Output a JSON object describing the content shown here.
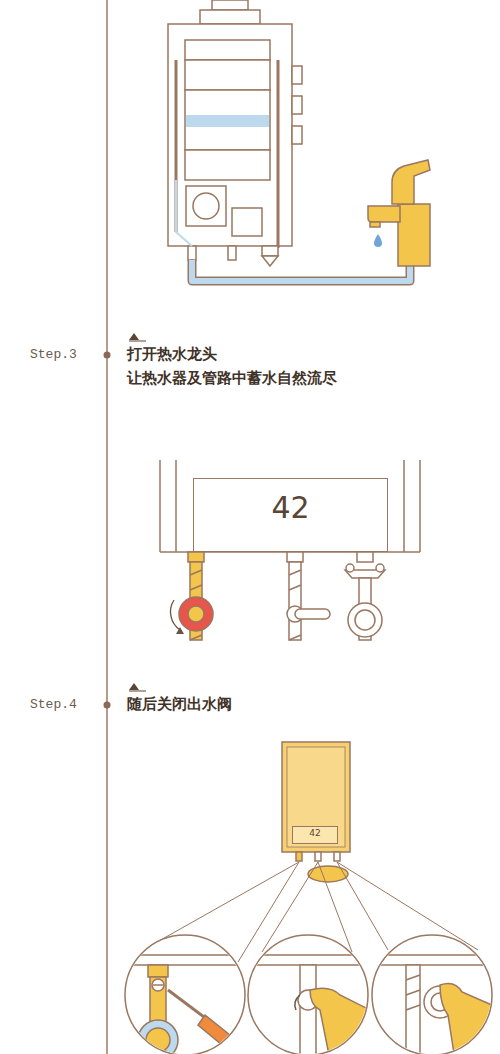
{
  "diagram": {
    "nodes": [
      {
        "text": [
          "42"
        ]
      },
      {
        "text": [
          "42"
        ]
      }
    ],
    "labels": [
      "Step.3",
      "打开热水龙头",
      "让热水器及管路中蓄水自然流尽",
      "Step.4",
      "随后关闭出水阀"
    ]
  }
}
